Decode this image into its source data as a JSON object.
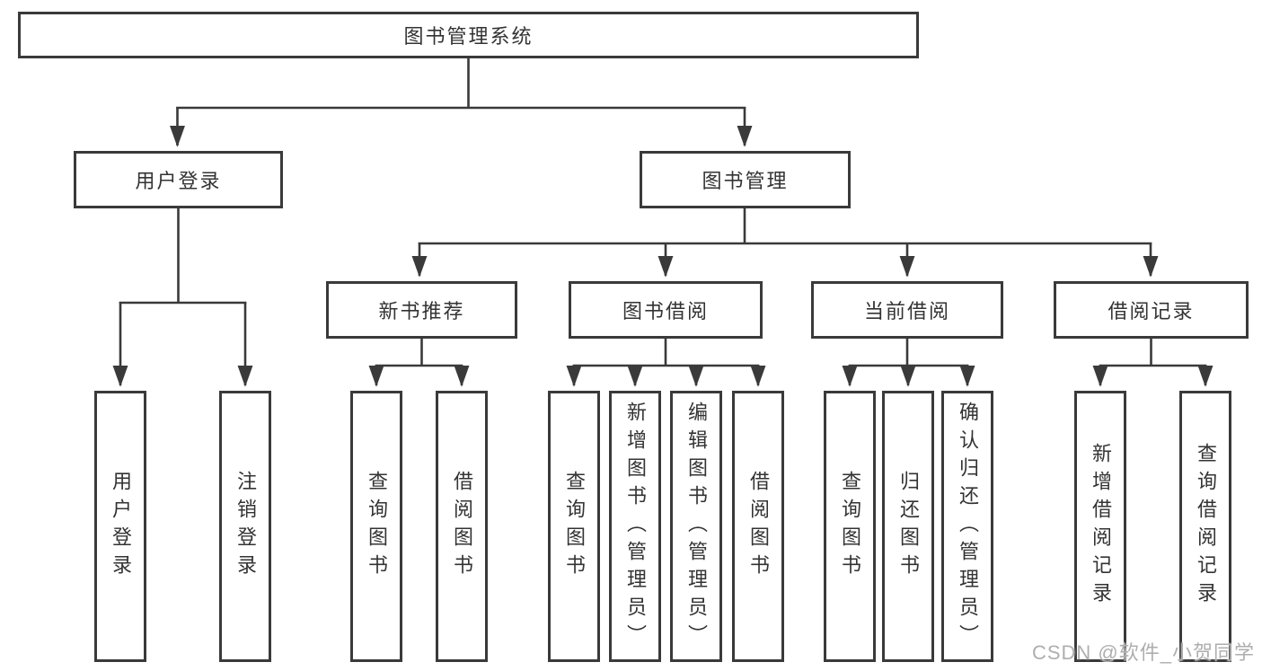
{
  "tree": {
    "root": {
      "label": "图书管理系统",
      "children": [
        {
          "label": "用户登录",
          "children": [
            {
              "label": "用户登录"
            },
            {
              "label": "注销登录"
            }
          ]
        },
        {
          "label": "图书管理",
          "children": [
            {
              "label": "新书推荐",
              "children": [
                {
                  "label": "查询图书"
                },
                {
                  "label": "借阅图书"
                }
              ]
            },
            {
              "label": "图书借阅",
              "children": [
                {
                  "label": "查询图书"
                },
                {
                  "label": "新增图书（管理员）"
                },
                {
                  "label": "编辑图书（管理员）"
                },
                {
                  "label": "借阅图书"
                }
              ]
            },
            {
              "label": "当前借阅",
              "children": [
                {
                  "label": "查询图书"
                },
                {
                  "label": "归还图书"
                },
                {
                  "label": "确认归还（管理员）"
                }
              ]
            },
            {
              "label": "借阅记录",
              "children": [
                {
                  "label": "新增借阅记录"
                },
                {
                  "label": "查询借阅记录"
                }
              ]
            }
          ]
        }
      ]
    }
  },
  "watermark": "CSDN @软件_小贺同学",
  "colors": {
    "line": "#3a3a3a",
    "box_border": "#3a3a3a",
    "text": "#333333",
    "watermark": "#aeaeae",
    "background": "#ffffff"
  }
}
